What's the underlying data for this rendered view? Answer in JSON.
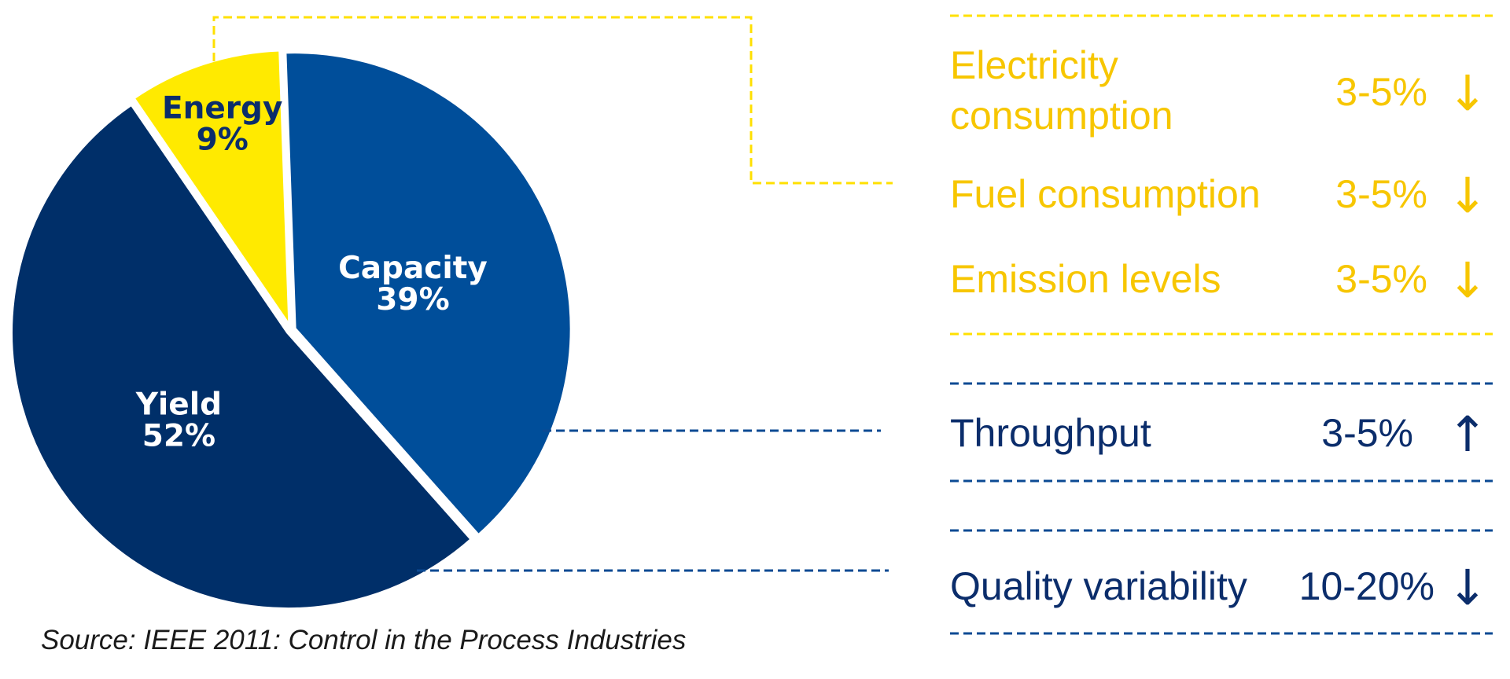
{
  "chart_data": {
    "type": "pie",
    "slices": [
      {
        "label": "Capacity",
        "pct_label": "39%",
        "value": 39,
        "color": "#004e9a"
      },
      {
        "label": "Yield",
        "pct_label": "52%",
        "value": 52,
        "color": "#002f69"
      },
      {
        "label": "Energy",
        "pct_label": "9%",
        "value": 9,
        "color": "#ffea00"
      }
    ]
  },
  "impacts": {
    "energy_group": [
      {
        "label_lines": [
          "Electricity",
          "consumption"
        ],
        "range": "3-5%",
        "direction": "↓"
      },
      {
        "label_lines": [
          "Fuel consumption"
        ],
        "range": "3-5%",
        "direction": "↓"
      },
      {
        "label_lines": [
          "Emission levels"
        ],
        "range": "3-5%",
        "direction": "↓"
      }
    ],
    "capacity_group": [
      {
        "label_lines": [
          "Throughput"
        ],
        "range": "3-5%",
        "direction": "↑"
      }
    ],
    "yield_group": [
      {
        "label_lines": [
          "Quality variability"
        ],
        "range": "10-20%",
        "direction": "↓"
      }
    ]
  },
  "source": "Source: IEEE 2011: Control in the Process Industries",
  "colors": {
    "energy_text": "#f7c600",
    "energy_dash": "#ffe000",
    "navy_text": "#0b2d6b",
    "navy_dash": "#0b4a93",
    "label_on_yellow": "#0b2d6b",
    "label_on_blue": "#ffffff"
  }
}
